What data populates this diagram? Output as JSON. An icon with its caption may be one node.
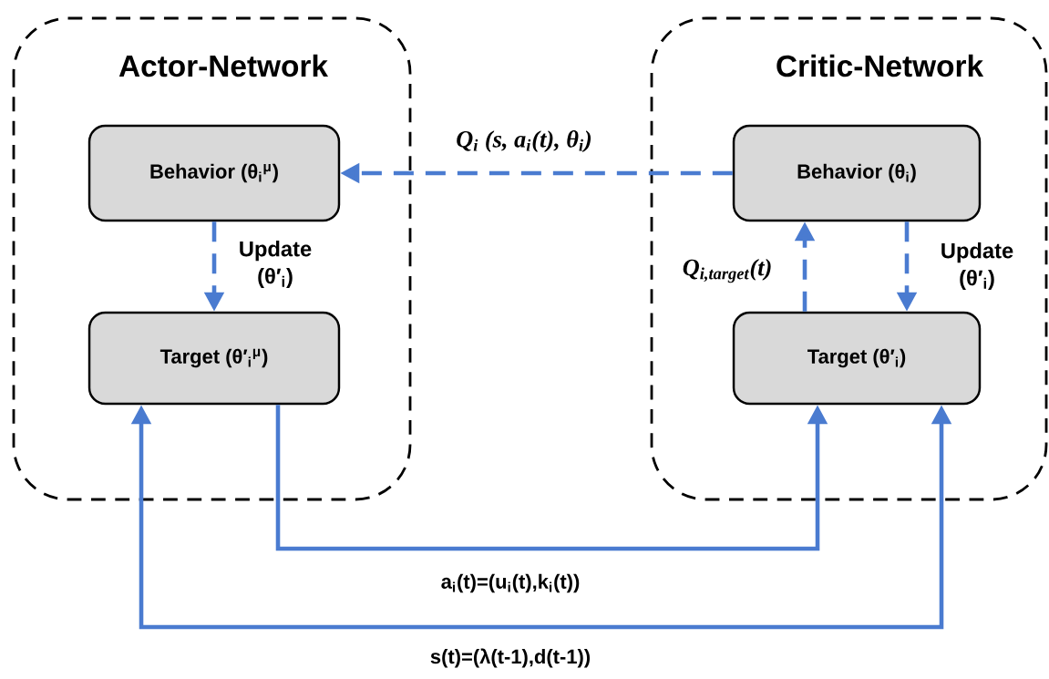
{
  "diagram": {
    "nodes": [
      {
        "text": [
          "Actor-Network"
        ]
      },
      {
        "text": [
          "Behavior (θ$_{i}$$^{μ}$)"
        ],
        "in": 0
      },
      {
        "text": [
          "Target (θ′$_{i}$$^{μ}$)"
        ],
        "in": 0
      },
      {
        "text": [
          "Critic-Network"
        ]
      },
      {
        "text": [
          "Behavior (θ$_{i}$)"
        ],
        "in": 3
      },
      {
        "text": [
          "Target (θ′$_{i}$)"
        ],
        "in": 3
      }
    ],
    "edges": [
      {
        "from": 4,
        "to": 1,
        "arrow": "to",
        "style": "dashed",
        "label": "Q$_{i}$ (s, a$_{i}$(t), θ$_{i}$)"
      },
      {
        "from": 1,
        "to": 2,
        "arrow": "to",
        "style": "dashed",
        "label": "Update (θ′$_{i}$)"
      },
      {
        "from": 5,
        "to": 4,
        "arrow": "to",
        "style": "dashed",
        "label": "Q$_{i,target}$(t)"
      },
      {
        "from": 4,
        "to": 5,
        "arrow": "to",
        "style": "dashed",
        "label": "Update (θ′$_{i}$)"
      },
      {
        "from": 2,
        "to": 5,
        "arrow": "to",
        "label": "a$_{i}$(t)=(u$_{i}$(t),k$_{i}$(t))"
      },
      {
        "from": 2,
        "to": 5,
        "arrow": "both",
        "label": "s(t)=(λ(t-1),d(t-1))"
      }
    ]
  }
}
